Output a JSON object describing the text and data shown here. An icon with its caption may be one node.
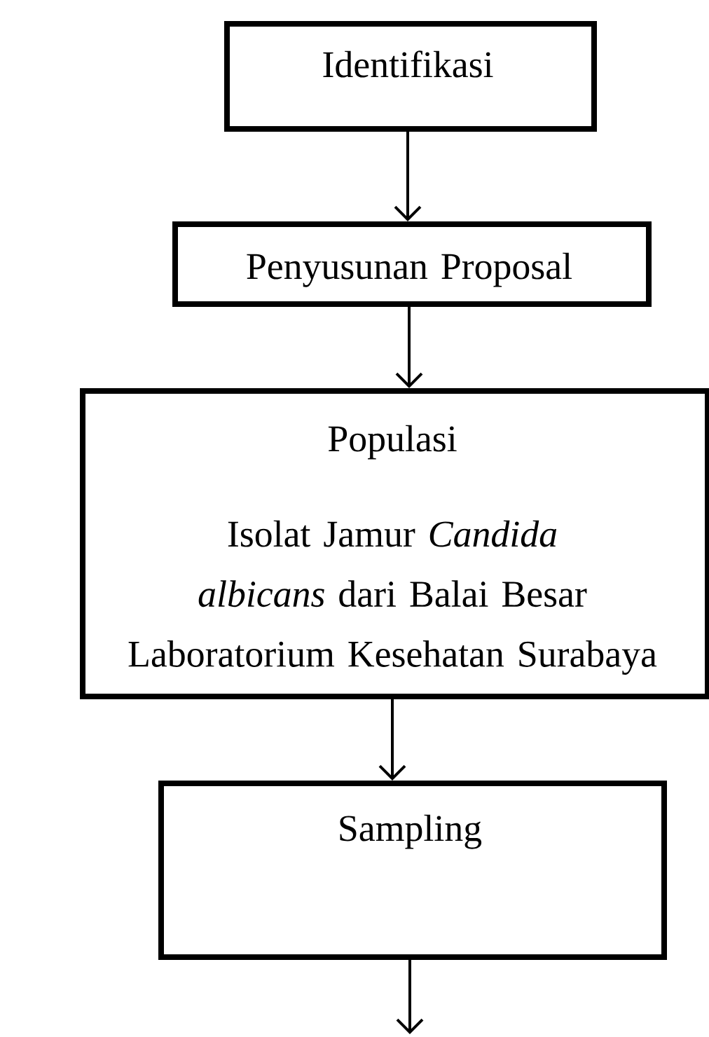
{
  "diagram": {
    "nodes": [
      {
        "text": [
          "Identifikasi"
        ]
      },
      {
        "text": [
          "Penyusunan Proposal"
        ]
      },
      {
        "text": [
          "Populasi",
          "Isolat Jamur *Candida albicans* dari Balai Besar Laboratorium Kesehatan Surabaya"
        ]
      },
      {
        "text": [
          "Sampling"
        ]
      }
    ],
    "edges": [
      {
        "from": 0,
        "to": 1,
        "arrow": "to"
      },
      {
        "from": 1,
        "to": 2,
        "arrow": "to"
      },
      {
        "from": 2,
        "to": 3,
        "arrow": "to"
      },
      {
        "from": 3,
        "to": null,
        "arrow": "to"
      }
    ]
  }
}
